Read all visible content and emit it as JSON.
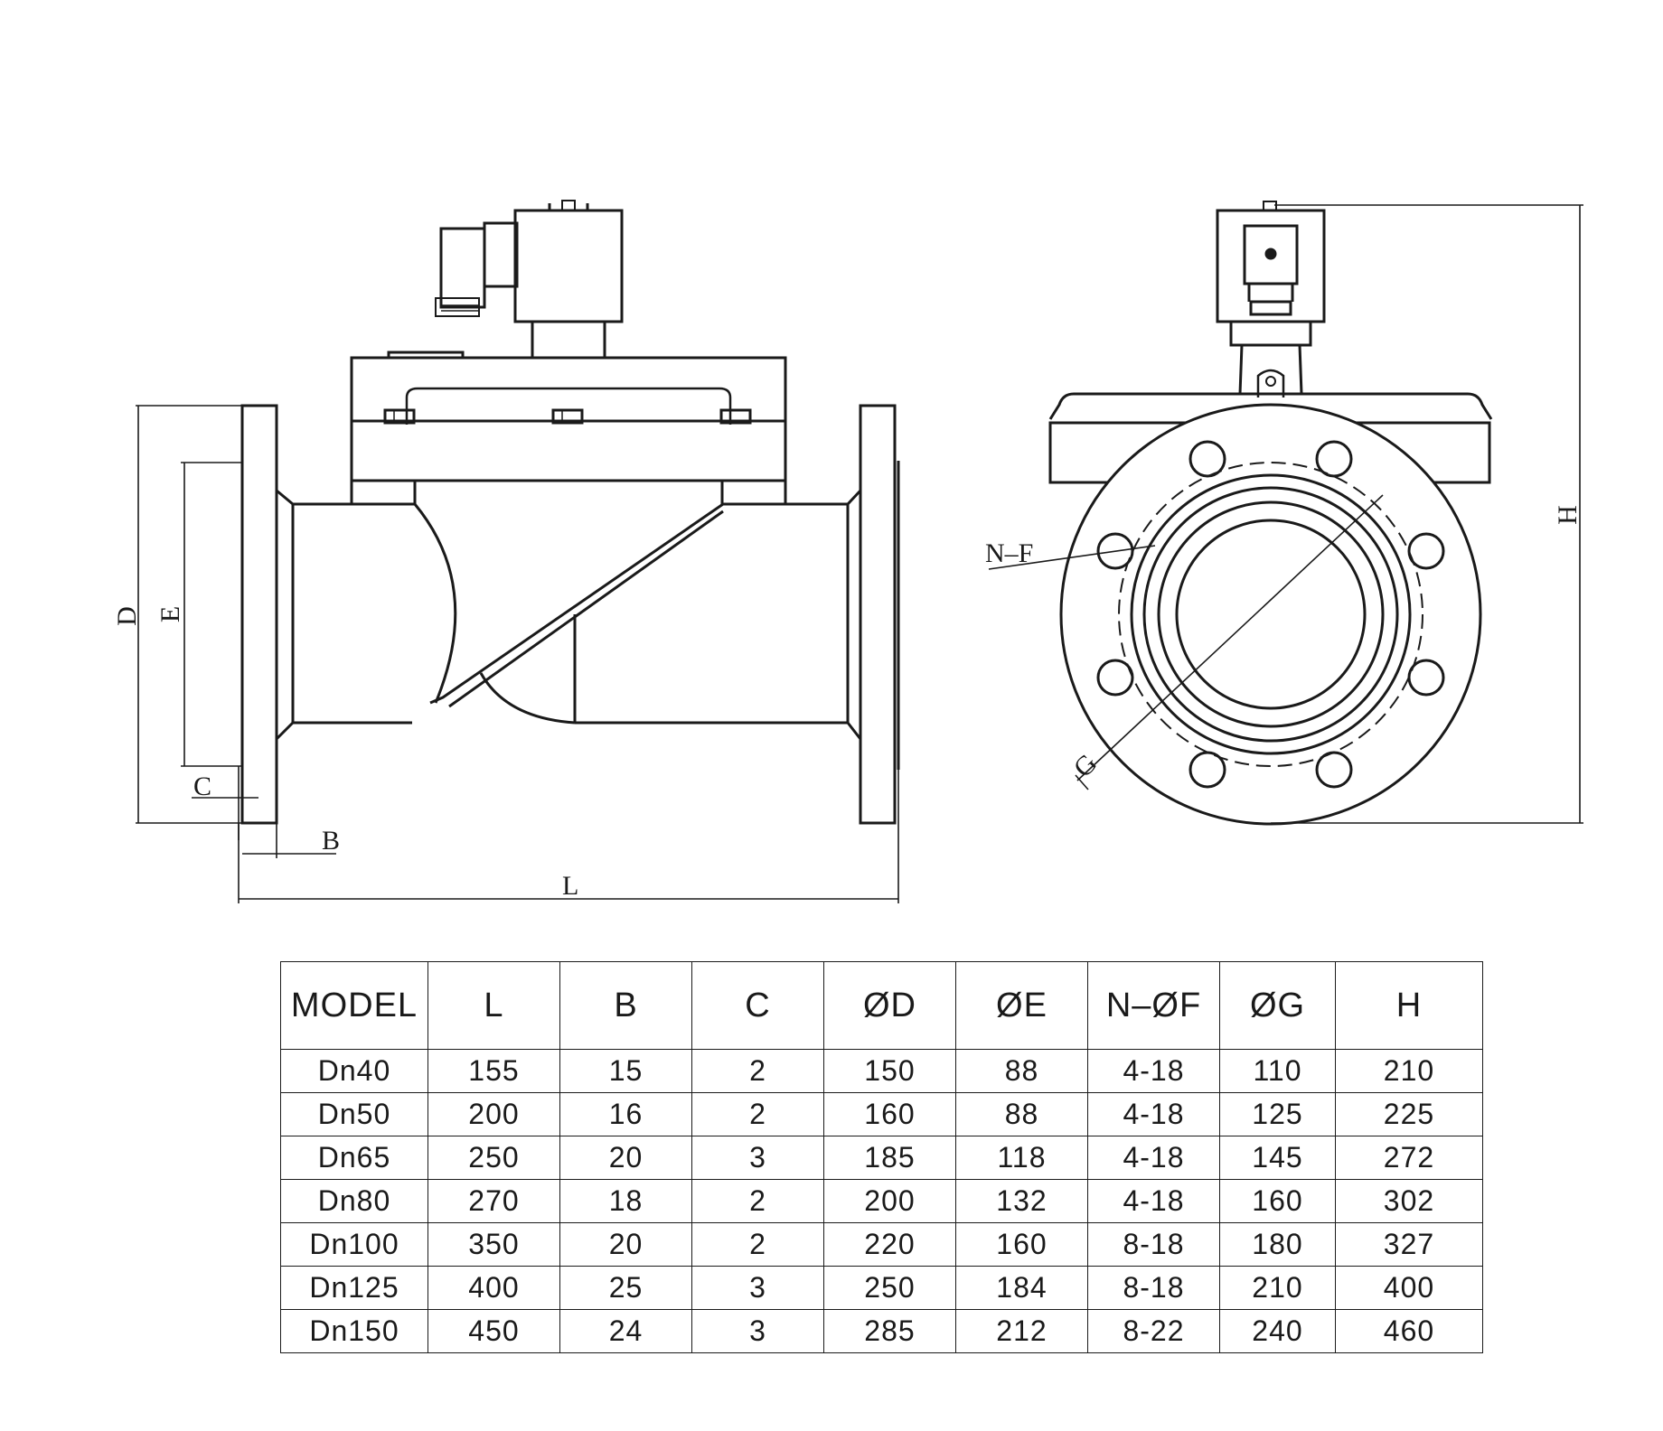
{
  "drawing": {
    "side_view_labels": {
      "D": "D",
      "E": "E",
      "C": "C",
      "B": "B",
      "L": "L"
    },
    "front_view_labels": {
      "NF": "N–F",
      "G": "G",
      "H": "H"
    }
  },
  "table": {
    "headers": [
      "MODEL",
      "L",
      "B",
      "C",
      "ØD",
      "ØE",
      "N–ØF",
      "ØG",
      "H"
    ],
    "rows": [
      [
        "Dn40",
        "155",
        "15",
        "2",
        "150",
        "88",
        "4-18",
        "110",
        "210"
      ],
      [
        "Dn50",
        "200",
        "16",
        "2",
        "160",
        "88",
        "4-18",
        "125",
        "225"
      ],
      [
        "Dn65",
        "250",
        "20",
        "3",
        "185",
        "118",
        "4-18",
        "145",
        "272"
      ],
      [
        "Dn80",
        "270",
        "18",
        "2",
        "200",
        "132",
        "4-18",
        "160",
        "302"
      ],
      [
        "Dn100",
        "350",
        "20",
        "2",
        "220",
        "160",
        "8-18",
        "180",
        "327"
      ],
      [
        "Dn125",
        "400",
        "25",
        "3",
        "250",
        "184",
        "8-18",
        "210",
        "400"
      ],
      [
        "Dn150",
        "450",
        "24",
        "3",
        "285",
        "212",
        "8-22",
        "240",
        "460"
      ]
    ]
  }
}
